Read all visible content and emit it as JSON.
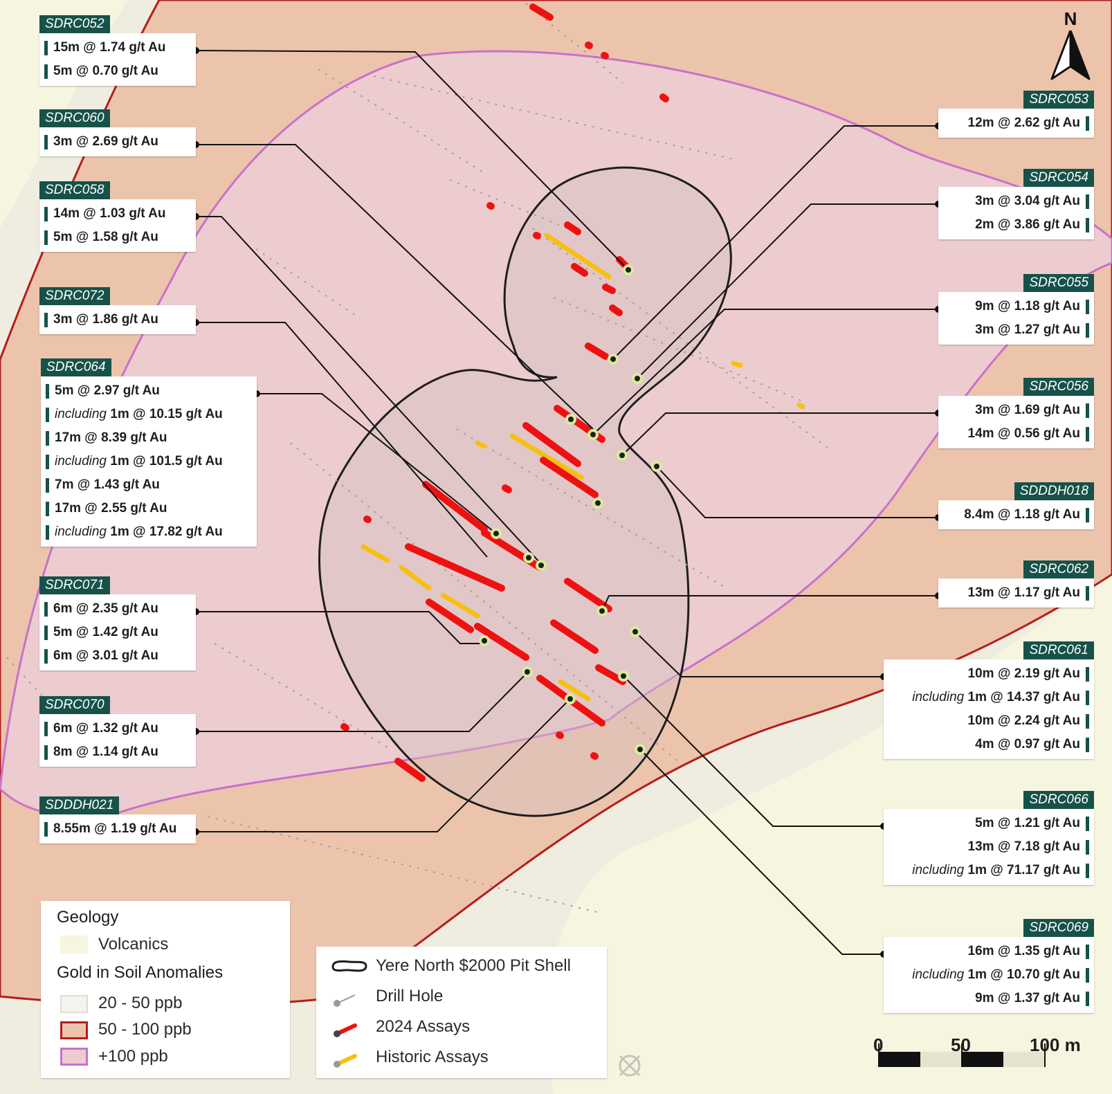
{
  "map": {
    "north_label": "N",
    "colors": {
      "volcanics": "#f6f5df",
      "soil_20_50": "#eeecdc",
      "soil_50_100": "#ecc4ac",
      "soil_100_plus": "#ecccce",
      "soil_50_100_outline": "#b41d1d",
      "soil_100_plus_outline": "#c970cc",
      "pit_shell_outline": "#1e1e1e",
      "assay_2024": "#ee1111",
      "assay_historic": "#f6c012",
      "drill_hole": "#999999",
      "callout_header": "#16524a"
    }
  },
  "callouts": [
    {
      "id": "SDRC052",
      "side": "left",
      "rows": [
        {
          "pre": "",
          "text": "15m @ 1.74 g/t Au"
        },
        {
          "pre": "",
          "text": "5m @ 0.70 g/t Au"
        }
      ]
    },
    {
      "id": "SDRC060",
      "side": "left",
      "rows": [
        {
          "pre": "",
          "text": "3m @ 2.69 g/t Au"
        }
      ]
    },
    {
      "id": "SDRC058",
      "side": "left",
      "rows": [
        {
          "pre": "",
          "text": "14m @ 1.03 g/t Au"
        },
        {
          "pre": "",
          "text": "5m @ 1.58 g/t Au"
        }
      ]
    },
    {
      "id": "SDRC072",
      "side": "left",
      "rows": [
        {
          "pre": "",
          "text": "3m @ 1.86 g/t Au"
        }
      ]
    },
    {
      "id": "SDRC064",
      "side": "left",
      "rows": [
        {
          "pre": "",
          "text": "5m @ 2.97 g/t Au"
        },
        {
          "pre": "including",
          "text": "1m @ 10.15 g/t Au"
        },
        {
          "pre": "",
          "text": "17m @ 8.39 g/t Au"
        },
        {
          "pre": "including",
          "text": "1m @ 101.5 g/t Au"
        },
        {
          "pre": "",
          "text": "7m @ 1.43 g/t Au"
        },
        {
          "pre": "",
          "text": "17m @ 2.55 g/t Au"
        },
        {
          "pre": "including",
          "text": "1m @ 17.82 g/t Au"
        }
      ]
    },
    {
      "id": "SDRC071",
      "side": "left",
      "rows": [
        {
          "pre": "",
          "text": "6m @ 2.35 g/t Au"
        },
        {
          "pre": "",
          "text": "5m @ 1.42 g/t Au"
        },
        {
          "pre": "",
          "text": "6m @ 3.01 g/t Au"
        }
      ]
    },
    {
      "id": "SDRC070",
      "side": "left",
      "rows": [
        {
          "pre": "",
          "text": "6m @ 1.32 g/t Au"
        },
        {
          "pre": "",
          "text": "8m @ 1.14 g/t Au"
        }
      ]
    },
    {
      "id": "SDDDH021",
      "side": "left",
      "rows": [
        {
          "pre": "",
          "text": "8.55m @ 1.19 g/t Au"
        }
      ]
    },
    {
      "id": "SDRC053",
      "side": "right",
      "rows": [
        {
          "pre": "",
          "text": "12m @ 2.62 g/t Au"
        }
      ]
    },
    {
      "id": "SDRC054",
      "side": "right",
      "rows": [
        {
          "pre": "",
          "text": "3m @ 3.04 g/t Au"
        },
        {
          "pre": "",
          "text": "2m @ 3.86 g/t Au"
        }
      ]
    },
    {
      "id": "SDRC055",
      "side": "right",
      "rows": [
        {
          "pre": "",
          "text": "9m @ 1.18 g/t Au"
        },
        {
          "pre": "",
          "text": "3m @ 1.27 g/t Au"
        }
      ]
    },
    {
      "id": "SDRC056",
      "side": "right",
      "rows": [
        {
          "pre": "",
          "text": "3m @ 1.69 g/t Au"
        },
        {
          "pre": "",
          "text": "14m @ 0.56 g/t Au"
        }
      ]
    },
    {
      "id": "SDDDH018",
      "side": "right",
      "rows": [
        {
          "pre": "",
          "text": "8.4m @ 1.18 g/t Au"
        }
      ]
    },
    {
      "id": "SDRC062",
      "side": "right",
      "rows": [
        {
          "pre": "",
          "text": "13m @ 1.17 g/t Au"
        }
      ]
    },
    {
      "id": "SDRC061",
      "side": "right",
      "rows": [
        {
          "pre": "",
          "text": "10m @ 2.19 g/t Au"
        },
        {
          "pre": "including",
          "text": "1m @ 14.37 g/t Au"
        },
        {
          "pre": "",
          "text": "10m @ 2.24 g/t Au"
        },
        {
          "pre": "",
          "text": "4m @ 0.97 g/t Au"
        }
      ]
    },
    {
      "id": "SDRC066",
      "side": "right",
      "rows": [
        {
          "pre": "",
          "text": "5m @ 1.21 g/t Au"
        },
        {
          "pre": "",
          "text": "13m @ 7.18 g/t Au"
        },
        {
          "pre": "including",
          "text": "1m @ 71.17 g/t Au"
        }
      ]
    },
    {
      "id": "SDRC069",
      "side": "right",
      "rows": [
        {
          "pre": "",
          "text": "16m @ 1.35 g/t Au"
        },
        {
          "pre": "including",
          "text": "1m @ 10.70 g/t Au"
        },
        {
          "pre": "",
          "text": "9m @ 1.37 g/t Au"
        }
      ]
    }
  ],
  "legend_geology": {
    "geology_heading": "Geology",
    "volcanics": "Volcanics",
    "soil_heading": "Gold in Soil Anomalies",
    "soil_20_50": "20 - 50 ppb",
    "soil_50_100": "50 - 100 ppb",
    "soil_100_plus": "+100 ppb"
  },
  "legend_symbols": {
    "pit_shell": "Yere North $2000 Pit Shell",
    "drill_hole": "Drill Hole",
    "assays_2024": "2024 Assays",
    "historic_assays": "Historic Assays"
  },
  "scale_bar": {
    "ticks": [
      "0",
      "50",
      "100 m"
    ]
  }
}
